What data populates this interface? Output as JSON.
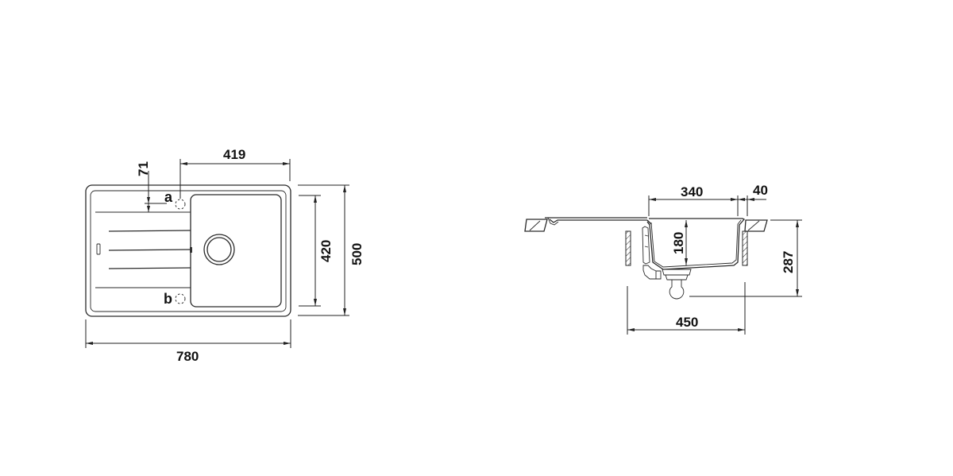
{
  "drawing": {
    "top_view": {
      "dimensions": {
        "overall_width": "780",
        "overall_depth": "500",
        "bowl_depth_plan": "420",
        "bowl_offset_width": "419",
        "tap_hole_offset": "71"
      },
      "tap_holes": [
        {
          "label": "a"
        },
        {
          "label": "b"
        }
      ]
    },
    "side_view": {
      "dimensions": {
        "bowl_width": "340",
        "rim_width": "40",
        "bowl_depth": "180",
        "overall_height": "287",
        "cabinet_width": "450"
      }
    },
    "colors": {
      "line": "#2a2a2a",
      "background": "#ffffff"
    }
  }
}
